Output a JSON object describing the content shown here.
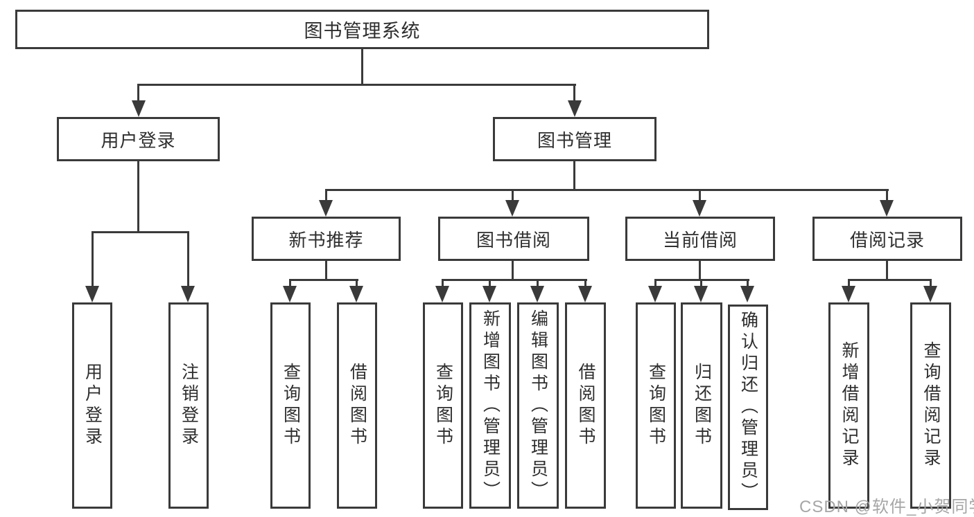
{
  "diagram": {
    "root": {
      "label": "图书管理系统"
    },
    "level2": [
      {
        "label": "用户登录",
        "children": [
          "用户登录",
          "注销登录"
        ]
      },
      {
        "label": "图书管理"
      }
    ],
    "level3": [
      {
        "label": "新书推荐",
        "children": [
          "查询图书",
          "借阅图书"
        ]
      },
      {
        "label": "图书借阅",
        "children": [
          "查询图书",
          "新增图书（管理员）",
          "编辑图书（管理员）",
          "借阅图书"
        ]
      },
      {
        "label": "当前借阅",
        "children": [
          "查询图书",
          "归还图书",
          "确认归还（管理员）"
        ]
      },
      {
        "label": "借阅记录",
        "children": [
          "新增借阅记录",
          "查询借阅记录"
        ]
      }
    ],
    "line_color": "#3a3a3a"
  },
  "watermark": {
    "text": "CSDN @软件_小贺同学"
  }
}
